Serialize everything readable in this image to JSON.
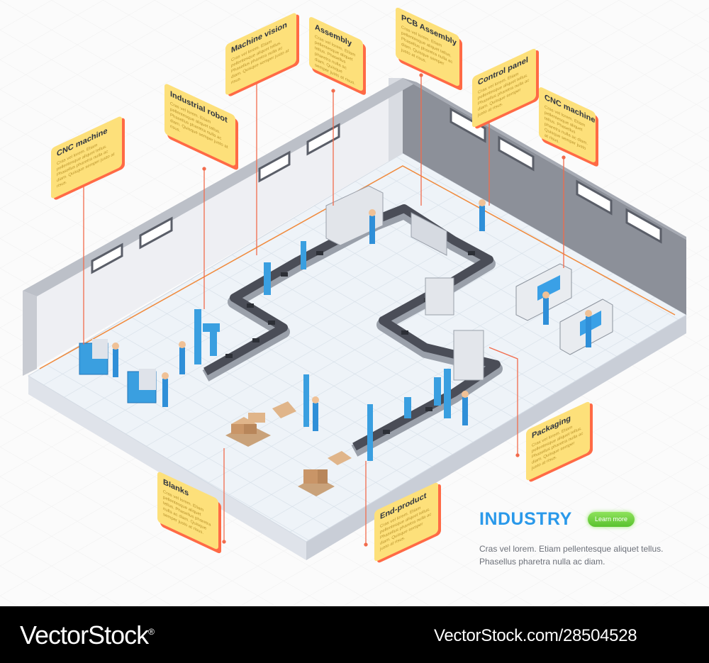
{
  "callouts": [
    {
      "id": "cnc-left",
      "title": "CNC machine",
      "text": "Cras vel lorem. Etiam pellentesque aliquet tellus. Phasellus pharetra nulla ac diam. Quisque semper justo at risus."
    },
    {
      "id": "industrial-robot",
      "title": "Industrial robot",
      "text": "Cras vel lorem. Etiam pellentesque aliquet tellus. Phasellus pharetra nulla ac diam. Quisque semper justo at risus."
    },
    {
      "id": "machine-vision",
      "title": "Machine vision",
      "text": "Cras vel lorem. Etiam pellentesque aliquet tellus. Phasellus pharetra nulla ac diam. Quisque semper justo at risus."
    },
    {
      "id": "assembly",
      "title": "Assembly",
      "text": "Cras vel lorem. Etiam pellentesque aliquet tellus. Phasellus pharetra nulla ac diam. Quisque semper justo at risus."
    },
    {
      "id": "pcb-assembly",
      "title": "PCB Assembly",
      "text": "Cras vel lorem. Etiam pellentesque aliquet tellus. Phasellus pharetra nulla ac diam. Quisque semper justo at risus."
    },
    {
      "id": "control-panel",
      "title": "Control panel",
      "text": "Cras vel lorem. Etiam pellentesque aliquet tellus. Phasellus pharetra nulla ac diam. Quisque semper justo at risus."
    },
    {
      "id": "cnc-right",
      "title": "CNC machine",
      "text": "Cras vel lorem. Etiam pellentesque aliquet tellus. Phasellus pharetra nulla ac diam. Quisque semper justo at risus."
    },
    {
      "id": "packaging",
      "title": "Packaging",
      "text": "Cras vel lorem. Etiam pellentesque aliquet tellus. Phasellus pharetra nulla ac diam. Quisque semper justo at risus."
    },
    {
      "id": "blanks",
      "title": "Blanks",
      "text": "Cras vel lorem. Etiam pellentesque aliquet tellus. Phasellus pharetra nulla ac diam. Quisque semper justo at risus."
    },
    {
      "id": "end-product",
      "title": "End-product",
      "text": "Cras vel lorem. Etiam pellentesque aliquet tellus. Phasellus pharetra nulla ac diam. Quisque semper justo at risus."
    }
  ],
  "info": {
    "title": "INDUSTRY",
    "button": "Learn more",
    "body_line1": "Cras vel lorem. Etiam pellentesque aliquet tellus.",
    "body_line2": "Phasellus pharetra nulla ac diam."
  },
  "footer": {
    "brand": "VectorStock",
    "registered": "®",
    "stock_id": "VectorStock.com/28504528"
  },
  "colors": {
    "accent_blue": "#2a99ea",
    "callout_fill": "#fde07a",
    "callout_edge": "#ff6a45",
    "leader_line": "#f26b4c",
    "button_green": "#6cd23e",
    "worker_blue": "#2f8fd8",
    "conveyor_dark": "#4a4d57"
  }
}
